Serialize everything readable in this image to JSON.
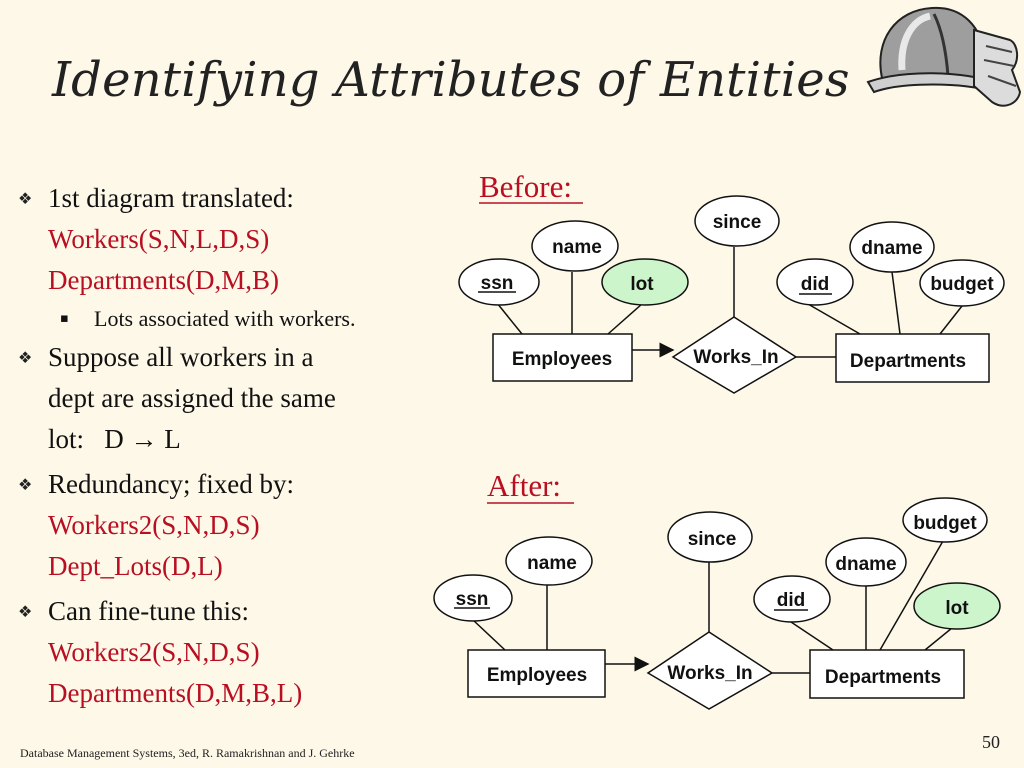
{
  "title": "Identifying Attributes of Entities",
  "bullets": {
    "b1": {
      "lead": "1st diagram translated:",
      "red1": "Workers(S,N,L,D,S)",
      "red2": "Departments(D,M,B)",
      "sub": "Lots associated with workers."
    },
    "b2": {
      "line1": "Suppose all workers in a",
      "line2": "dept are assigned the same",
      "line3_pre": "lot:   D ",
      "arrow": "→",
      "line3_post": " L"
    },
    "b3": {
      "lead": "Redundancy; fixed by:",
      "red1": "Workers2(S,N,D,S)",
      "red2": "Dept_Lots(D,L)"
    },
    "b4": {
      "lead": "Can fine-tune this:",
      "red1": "Workers2(S,N,D,S)",
      "red2": "Departments(D,M,B,L)"
    }
  },
  "before": {
    "header": "Before:",
    "attributes": {
      "since": "since",
      "name": "name",
      "dname": "dname",
      "ssn": "ssn",
      "lot": "lot",
      "did": "did",
      "budget": "budget"
    },
    "entities": {
      "employees": "Employees",
      "departments": "Departments"
    },
    "relationship": "Works_In"
  },
  "after": {
    "header": "After:",
    "attributes": {
      "budget": "budget",
      "since": "since",
      "name": "name",
      "dname": "dname",
      "ssn": "ssn",
      "did": "did",
      "lot": "lot"
    },
    "entities": {
      "employees": "Employees",
      "departments": "Departments"
    },
    "relationship": "Works_In"
  },
  "colors": {
    "background": "#fdf8e8",
    "red_text": "#b80f22",
    "highlight_green": "#ccf5cc",
    "shape_fill": "#ffffff"
  },
  "footer": "Database Management Systems, 3ed, R. Ramakrishnan and J. Gehrke",
  "page_number": "50"
}
